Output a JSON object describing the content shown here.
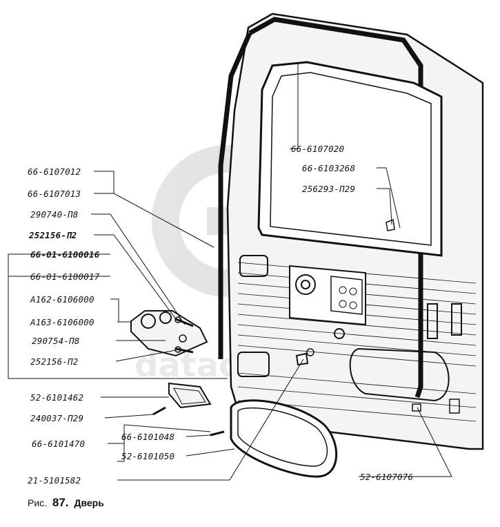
{
  "watermark": {
    "text": "datacarparts"
  },
  "labels": {
    "l1": "66-6107012",
    "l2": "66-6107013",
    "l3": "290740-П8",
    "l4": "252156-П2",
    "l5": "66-01-6100016",
    "l6": "66-01-6100017",
    "l7": "А162-6106000",
    "l8": "А163-6106000",
    "l9": "290754-П8",
    "l10": "252156-П2",
    "l11": "52-6101462",
    "l12": "240037-П29",
    "l13": "66-6101470",
    "l14": "66-6101048",
    "l15": "52-6101050",
    "l16": "21-5101582",
    "r1": "66-6107020",
    "r2": "66-6103268",
    "r3": "256293-П29",
    "r4": "52-6107076"
  },
  "caption": {
    "prefix": "Рис.",
    "number": "87.",
    "title": "Дверь"
  }
}
